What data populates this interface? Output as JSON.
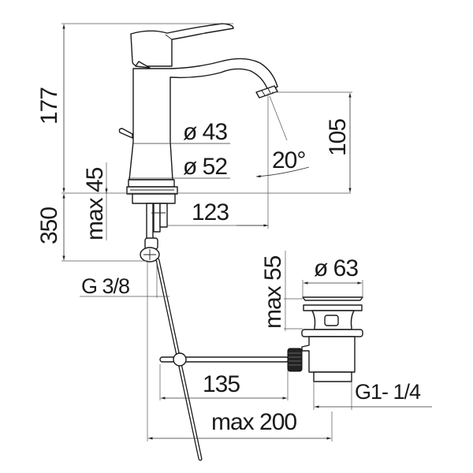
{
  "drawing": {
    "subject": "Single-lever basin mixer with pop-up waste",
    "colors": {
      "line": "#1a1a1a",
      "background": "#ffffff",
      "knurl": "#222222"
    },
    "dimensions": {
      "overall_height": "177",
      "spout_height": "105",
      "spout_angle": "20°",
      "body_diameter": "ø 43",
      "base_diameter": "ø 52",
      "max_deck_thickness": "max 45",
      "hose_length": "350",
      "spout_reach": "123",
      "inlet_thread": "G 3/8",
      "waste_height": "max 55",
      "waste_diameter": "ø 63",
      "rod_length": "135",
      "max_rod_reach": "max 200",
      "waste_thread": "G1- 1/4"
    }
  }
}
